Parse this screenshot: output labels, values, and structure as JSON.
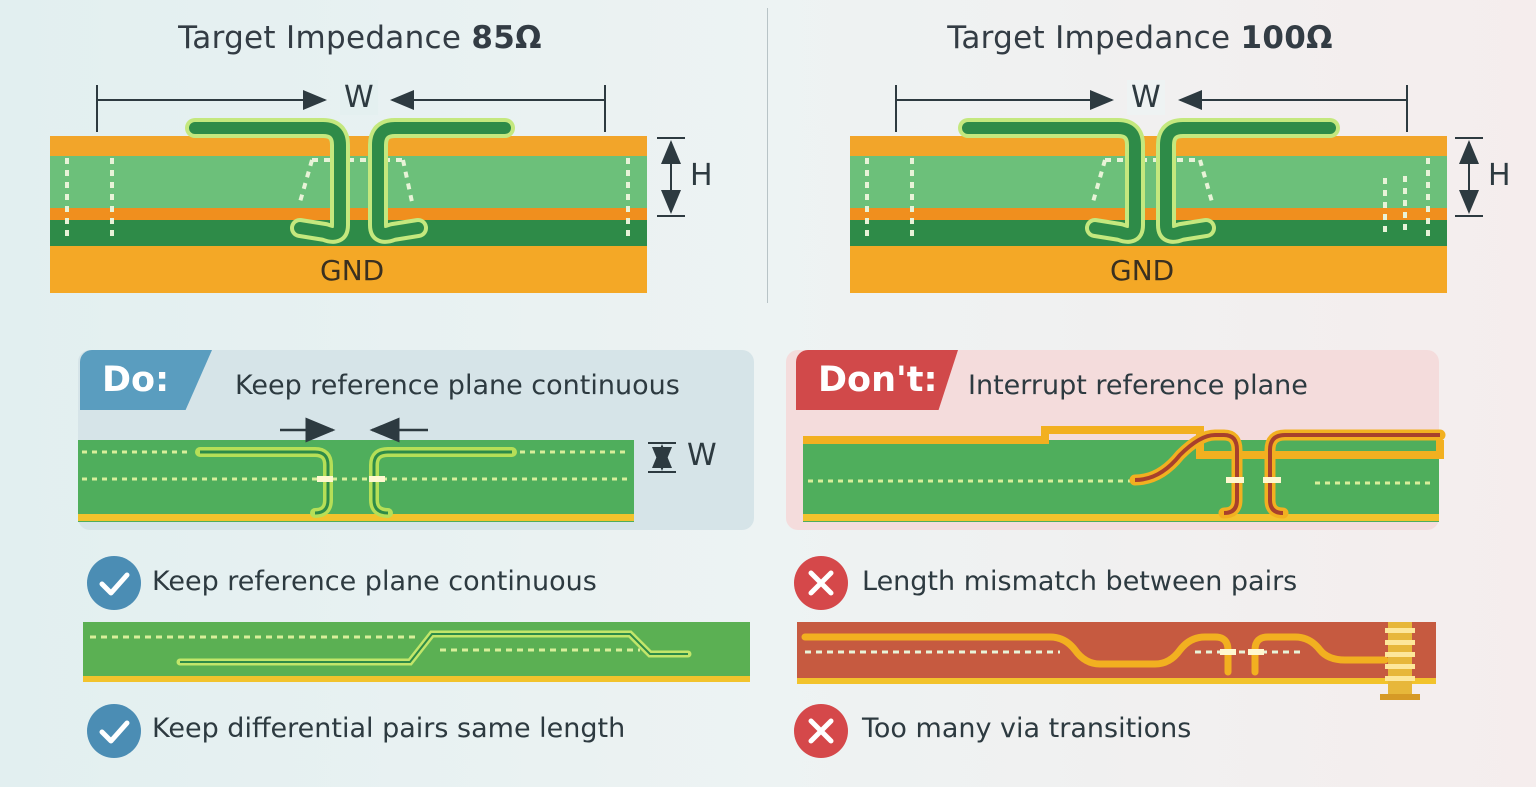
{
  "left": {
    "title_prefix": "Target Impedance ",
    "title_value": "85Ω",
    "width_label": "W",
    "height_label": "H",
    "ground_label": "GND"
  },
  "right": {
    "title_prefix": "Target Impedance ",
    "title_value": "100Ω",
    "width_label": "W",
    "height_label": "H",
    "ground_label": "GND"
  },
  "do_panel": {
    "tag": "Do:",
    "heading": "Keep reference plane continuous",
    "width_label": "W"
  },
  "dont_panel": {
    "tag": "Don't:",
    "heading": "Interrupt reference plane"
  },
  "do_items": [
    {
      "text": "Keep reference plane continuous",
      "icon": "check-icon"
    },
    {
      "text": "Keep differential pairs same length",
      "icon": "check-icon"
    }
  ],
  "dont_items": [
    {
      "text": "Length mismatch between pairs",
      "icon": "x-icon"
    },
    {
      "text": "Too many via transitions",
      "icon": "x-icon"
    }
  ],
  "colors": {
    "copper": "#f2a52a",
    "substrate": "#6cc07a",
    "dark_green": "#2e8b48",
    "trace_light": "#b8e36a",
    "do_blue": "#5a9dbf",
    "dont_red": "#d1494a",
    "dont_copper": "#c95a3a"
  }
}
